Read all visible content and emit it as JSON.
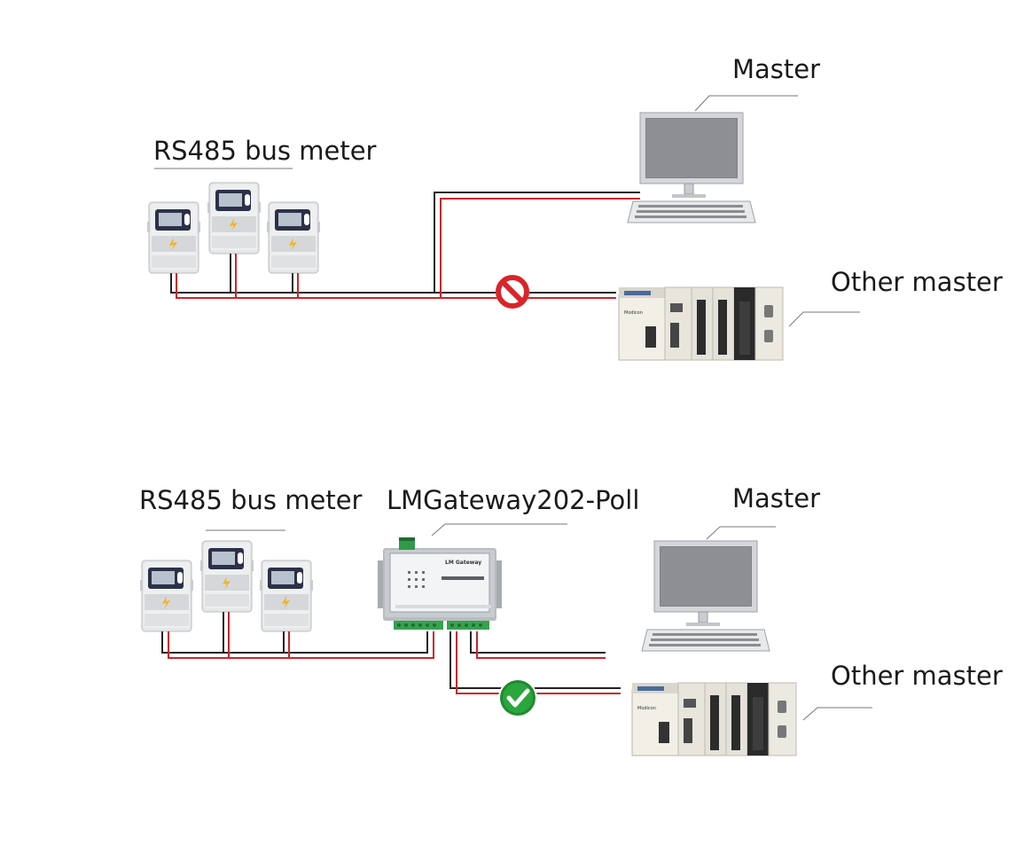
{
  "top": {
    "meter_label": "RS485 bus meter",
    "master_label": "Master",
    "other_master_label": "Other master",
    "connection_status": "blocked",
    "status_icon": "prohibited-icon"
  },
  "bottom": {
    "meter_label": "RS485 bus meter",
    "gateway_label": "LMGateway202-Poll",
    "master_label": "Master",
    "other_master_label": "Other master",
    "connection_status": "allowed",
    "status_icon": "check-icon"
  },
  "colors": {
    "wire_black": "#222222",
    "wire_red": "#c8262b",
    "prohibit_red": "#d9252a",
    "check_green": "#1f8a2e",
    "meter_body": "#e9eaeb",
    "screen_dark": "#2b2f45"
  }
}
